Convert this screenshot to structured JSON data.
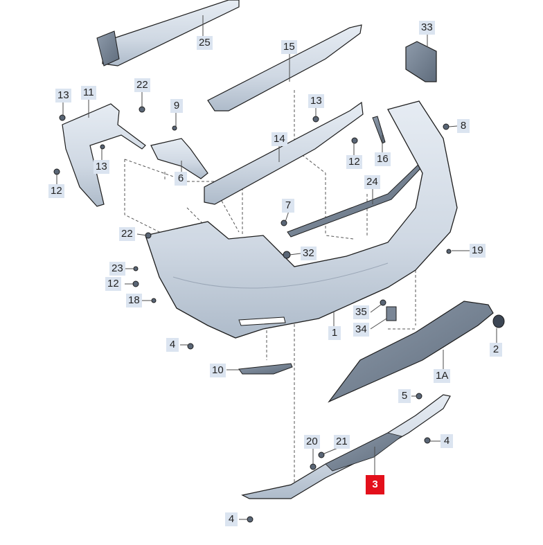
{
  "diagram": {
    "part_labels": [
      "25",
      "15",
      "33",
      "13",
      "11",
      "22",
      "9",
      "14",
      "13",
      "12",
      "16",
      "8",
      "13",
      "12",
      "6",
      "24",
      "7",
      "22",
      "32",
      "19",
      "23",
      "12",
      "18",
      "35",
      "34",
      "1",
      "4",
      "2",
      "10",
      "1A",
      "5",
      "20",
      "21",
      "4",
      "3",
      "4"
    ],
    "highlighted_part": "3",
    "colors": {
      "part_fill": "#d8e0ea",
      "part_shade": "#aebbca",
      "outline": "#1c1c1c",
      "label_bg": "#dbe4f0",
      "highlight": "#e3101b",
      "leader": "#4a4a4a"
    }
  }
}
